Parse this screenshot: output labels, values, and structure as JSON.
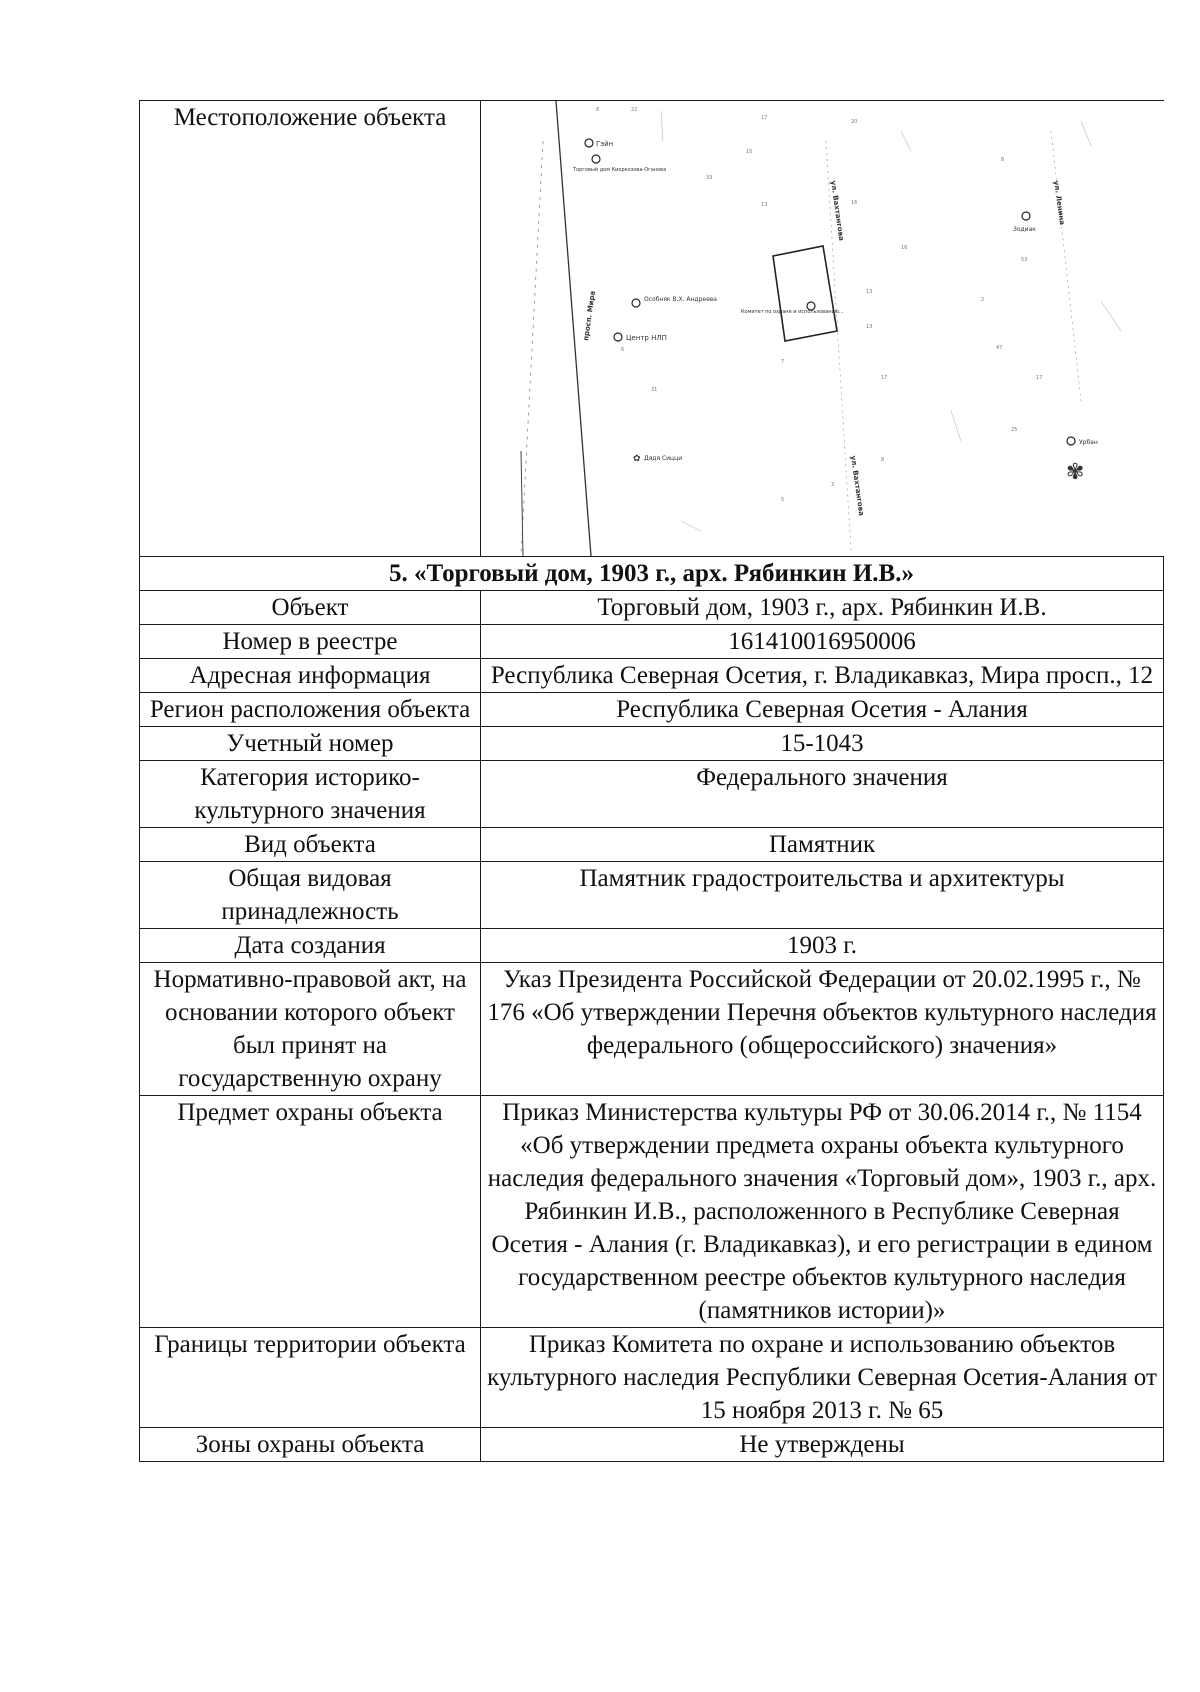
{
  "location": {
    "label": "Местоположение объекта",
    "map": {
      "streets": [
        "просп. Мира",
        "ул. Вахтангова",
        "ул. Вахтангова",
        "ул. Ленина"
      ],
      "places": [
        {
          "name": "Гэйн",
          "icon": "circle-marker-icon"
        },
        {
          "name": "Торговый дом Киоркозова-Оганова",
          "icon": "circle-marker-icon"
        },
        {
          "name": "Особняк В.Х. Андреева",
          "icon": "circle-marker-icon"
        },
        {
          "name": "Центр НЛП",
          "icon": "circle-marker-icon"
        },
        {
          "name": "Комитет по охране и использованию...",
          "icon": "circle-marker-icon"
        },
        {
          "name": "Зодиак",
          "icon": "circle-marker-icon"
        },
        {
          "name": "Урбан",
          "icon": "circle-marker-icon"
        },
        {
          "name": "Дядя Сицци",
          "icon": "flower-marker-icon"
        }
      ]
    }
  },
  "section_title": "5. «Торговый дом, 1903 г., арх. Рябинкин И.В.»",
  "rows": [
    {
      "label": "Объект",
      "value": "Торговый дом, 1903 г., арх. Рябинкин И.В."
    },
    {
      "label": "Номер в реестре",
      "value": "161410016950006"
    },
    {
      "label": "Адресная информация",
      "value": "Республика Северная Осетия, г. Владикавказ, Мира просп., 12"
    },
    {
      "label": "Регион расположения объекта",
      "value": "Республика Северная Осетия - Алания"
    },
    {
      "label": "Учетный номер",
      "value": "15-1043"
    },
    {
      "label": "Категория историко-культурного значения",
      "value": "Федерального значения"
    },
    {
      "label": "Вид объекта",
      "value": "Памятник"
    },
    {
      "label": "Общая видовая принадлежность",
      "value": "Памятник градостроительства и архитектуры"
    },
    {
      "label": "Дата создания",
      "value": "1903 г."
    },
    {
      "label": "Нормативно-правовой акт, на основании которого объект был принят на государственную охрану",
      "value": "Указ Президента Российской Федерации от 20.02.1995 г., № 176 «Об утверждении Перечня объектов культурного наследия федерального (общероссийского) значения»"
    },
    {
      "label": "Предмет охраны объекта",
      "value": "Приказ Министерства культуры РФ от 30.06.2014 г., № 1154 «Об утверждении предмета охраны объекта культурного наследия федерального значения «Торговый дом», 1903 г., арх. Рябинкин И.В., расположенного в Республике Северная Осетия - Алания (г. Владикавказ), и его регистрации в едином государственном реестре объектов культурного наследия (памятников истории)»"
    },
    {
      "label": "Границы территории объекта",
      "value": "Приказ Комитета по охране и использованию объектов культурного наследия Республики Северная Осетия-Алания от 15 ноября 2013 г. № 65"
    },
    {
      "label": "Зоны охраны объекта",
      "value": "Не утверждены"
    }
  ]
}
